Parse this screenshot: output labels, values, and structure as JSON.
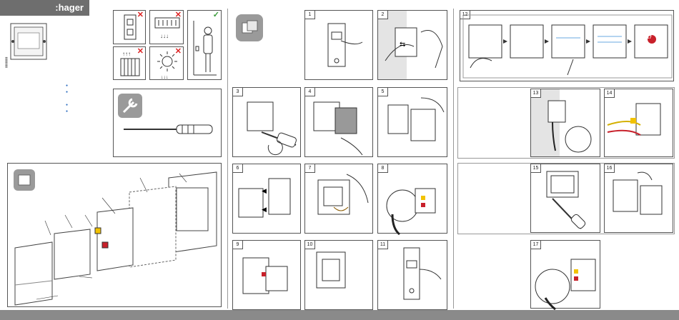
{
  "brand": {
    "name": ":hager"
  },
  "steps": [
    "1",
    "2",
    "3",
    "4",
    "5",
    "6",
    "7",
    "8",
    "9",
    "10",
    "11",
    "12",
    "13",
    "14",
    "15",
    "16"
  ],
  "placement": {
    "marks": [
      "✕",
      "✕",
      "✓",
      "✕",
      "✕"
    ]
  },
  "display_value": "17",
  "colors": {
    "ok": "#3a9b3a",
    "bad": "#d22222",
    "bar": "#8a8a8a",
    "brand_bg": "#6e6e6e",
    "yellow": "#f2c200",
    "red": "#c8202a"
  },
  "icons": [
    "wrench-icon",
    "screwdriver-icon",
    "module-icon",
    "arrow-icon"
  ]
}
